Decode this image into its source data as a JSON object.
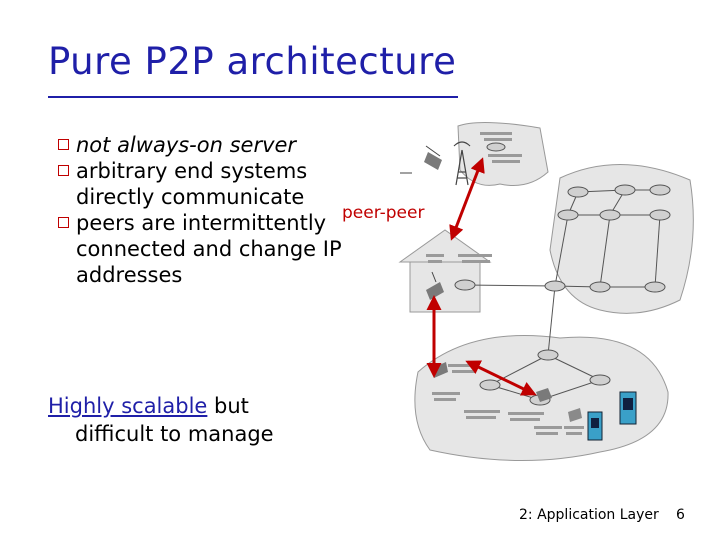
{
  "slide": {
    "title": "Pure P2P architecture",
    "bullets": [
      {
        "lines": [
          "not always-on server"
        ],
        "italic": true
      },
      {
        "lines": [
          "arbitrary end systems",
          "directly communicate"
        ]
      },
      {
        "lines": [
          "peers are intermittently",
          "connected and change IP",
          "addresses"
        ]
      }
    ],
    "peer_label": "peer-peer",
    "note": {
      "underlined": "Highly scalable",
      "rest": " but",
      "line2": "difficult to manage"
    },
    "footer": "2: Application Layer",
    "page_number": "6"
  },
  "colors": {
    "title": "#1f1fa8",
    "arrow": "#c00000",
    "bullet_box": "#c00000",
    "network_bg": "#e6e6e6"
  },
  "icons": [
    "router-icon",
    "laptop-icon",
    "cell-tower-icon",
    "server-icon",
    "house-icon"
  ]
}
